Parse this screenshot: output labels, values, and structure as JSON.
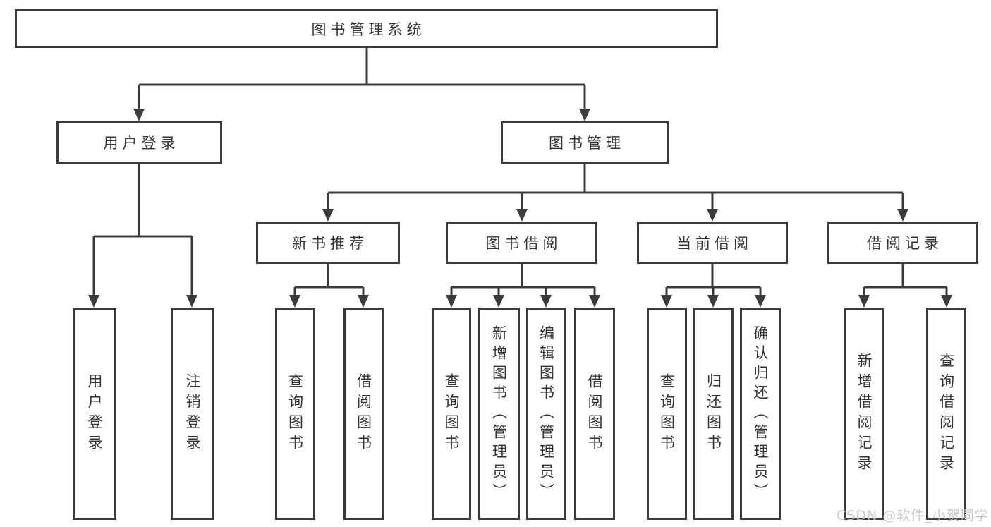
{
  "colors": {
    "stroke": "#3b3b3b",
    "text": "#333333",
    "background": "#ffffff",
    "watermark_text": "#c6c6c6"
  },
  "watermark": {
    "text": "CSDN @软件_小贺同学"
  },
  "tree": {
    "root": "图书管理系统",
    "children": [
      {
        "label": "用户登录",
        "children": [
          {
            "label": "用户登录"
          },
          {
            "label": "注销登录"
          }
        ]
      },
      {
        "label": "图书管理",
        "children": [
          {
            "label": "新书推荐",
            "children": [
              {
                "label": "查询图书"
              },
              {
                "label": "借阅图书"
              }
            ]
          },
          {
            "label": "图书借阅",
            "children": [
              {
                "label": "查询图书"
              },
              {
                "label": "新增图书（管理员）"
              },
              {
                "label": "编辑图书（管理员）"
              },
              {
                "label": "借阅图书"
              }
            ]
          },
          {
            "label": "当前借阅",
            "children": [
              {
                "label": "查询图书"
              },
              {
                "label": "归还图书"
              },
              {
                "label": "确认归还（管理员）"
              }
            ]
          },
          {
            "label": "借阅记录",
            "children": [
              {
                "label": "新增借阅记录"
              },
              {
                "label": "查询借阅记录"
              }
            ]
          }
        ]
      }
    ]
  }
}
